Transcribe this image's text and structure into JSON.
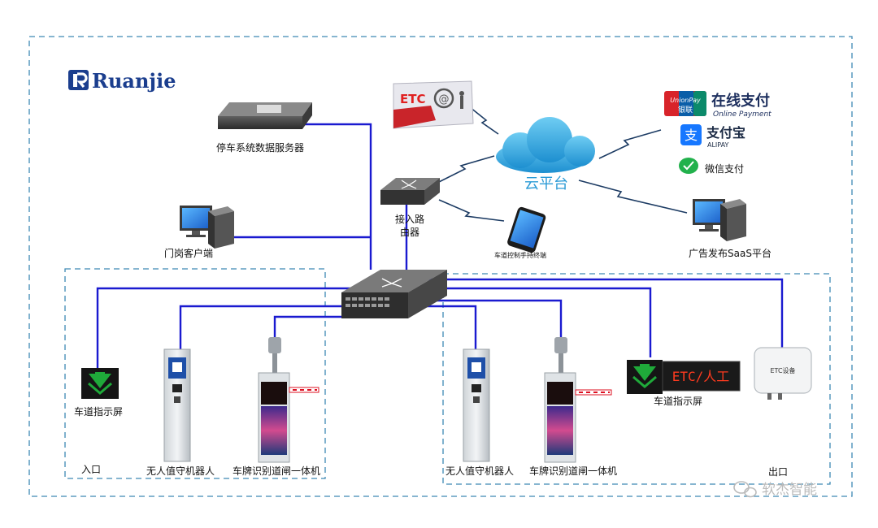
{
  "brand": "Ruanjie",
  "watermark": "软杰智能",
  "cloud_label": "云平台",
  "etc_card_text": "ETC",
  "nodes": {
    "parking_server": "停车系统数据服务器",
    "guard_client": "门岗客户端",
    "router_line1": "接入路",
    "router_line2": "由器",
    "handheld": "车道控制手持终端",
    "saas": "广告发布SaaS平台",
    "lane_screen_in": "车道指示屏",
    "robot_in": "无人值守机器人",
    "gate_in": "车牌识别道闸一体机",
    "robot_out": "无人值守机器人",
    "gate_out": "车牌识别道闸一体机",
    "lane_screen_out": "车道指示屏",
    "etc_led": "ETC/人工",
    "etc_device": "ETC设备"
  },
  "zones": {
    "entry": "入口",
    "exit": "出口"
  },
  "payments": {
    "unionpay_logo": "UnionPay银联",
    "online_payment_cn": "在线支付",
    "online_payment_en": "Online Payment",
    "alipay_cn": "支付宝",
    "alipay_en": "ALIPAY",
    "wechat_pay": "微信支付"
  },
  "colors": {
    "link": "#1a1ad0",
    "zone_border": "#3d89b3",
    "brand": "#1b3e8e",
    "cloud": "#29a8e0",
    "led_green": "#1faa3a",
    "etc_led_text": "#ff3b1f",
    "alipay": "#1677ff",
    "wechat": "#22b14c",
    "unionpay_red": "#d8242a"
  }
}
